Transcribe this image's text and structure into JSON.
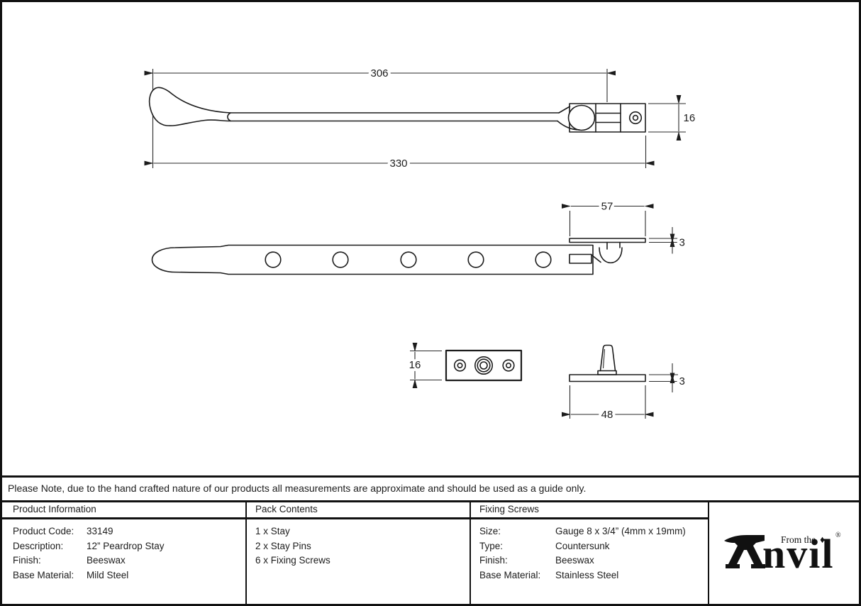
{
  "note": "Please Note, due to the hand crafted nature of our products all measurements are approximate and should be used as a guide only.",
  "dimensions": {
    "side_view": {
      "length_to_pivot": "306",
      "overall_length": "330",
      "end_height": "16"
    },
    "plan_view": {
      "keeper_length": "57",
      "keeper_plate_thickness": "3"
    },
    "pin_plate": {
      "height": "16"
    },
    "stay_pin": {
      "plate_thickness": "3",
      "plate_length": "48"
    }
  },
  "table": {
    "product_information": {
      "header": "Product Information",
      "rows": [
        {
          "label": "Product Code:",
          "value": "33149"
        },
        {
          "label": "Description:",
          "value": "12” Peardrop Stay"
        },
        {
          "label": "Finish:",
          "value": "Beeswax"
        },
        {
          "label": "Base Material:",
          "value": "Mild Steel"
        }
      ]
    },
    "pack_contents": {
      "header": "Pack Contents",
      "items": [
        "1 x Stay",
        "2 x Stay Pins",
        "6 x Fixing Screws"
      ]
    },
    "fixing_screws": {
      "header": "Fixing Screws",
      "rows": [
        {
          "label": "Size:",
          "value": "Gauge 8 x 3/4” (4mm x 19mm)"
        },
        {
          "label": "Type:",
          "value": "Countersunk"
        },
        {
          "label": "Finish:",
          "value": "Beeswax"
        },
        {
          "label": "Base Material:",
          "value": "Stainless Steel"
        }
      ]
    },
    "logo": {
      "prefix": "From the",
      "brand": "nvil",
      "diamond": "♦",
      "registered": "®"
    }
  },
  "colors": {
    "ink": "#1c1c1c",
    "background": "#ffffff"
  }
}
